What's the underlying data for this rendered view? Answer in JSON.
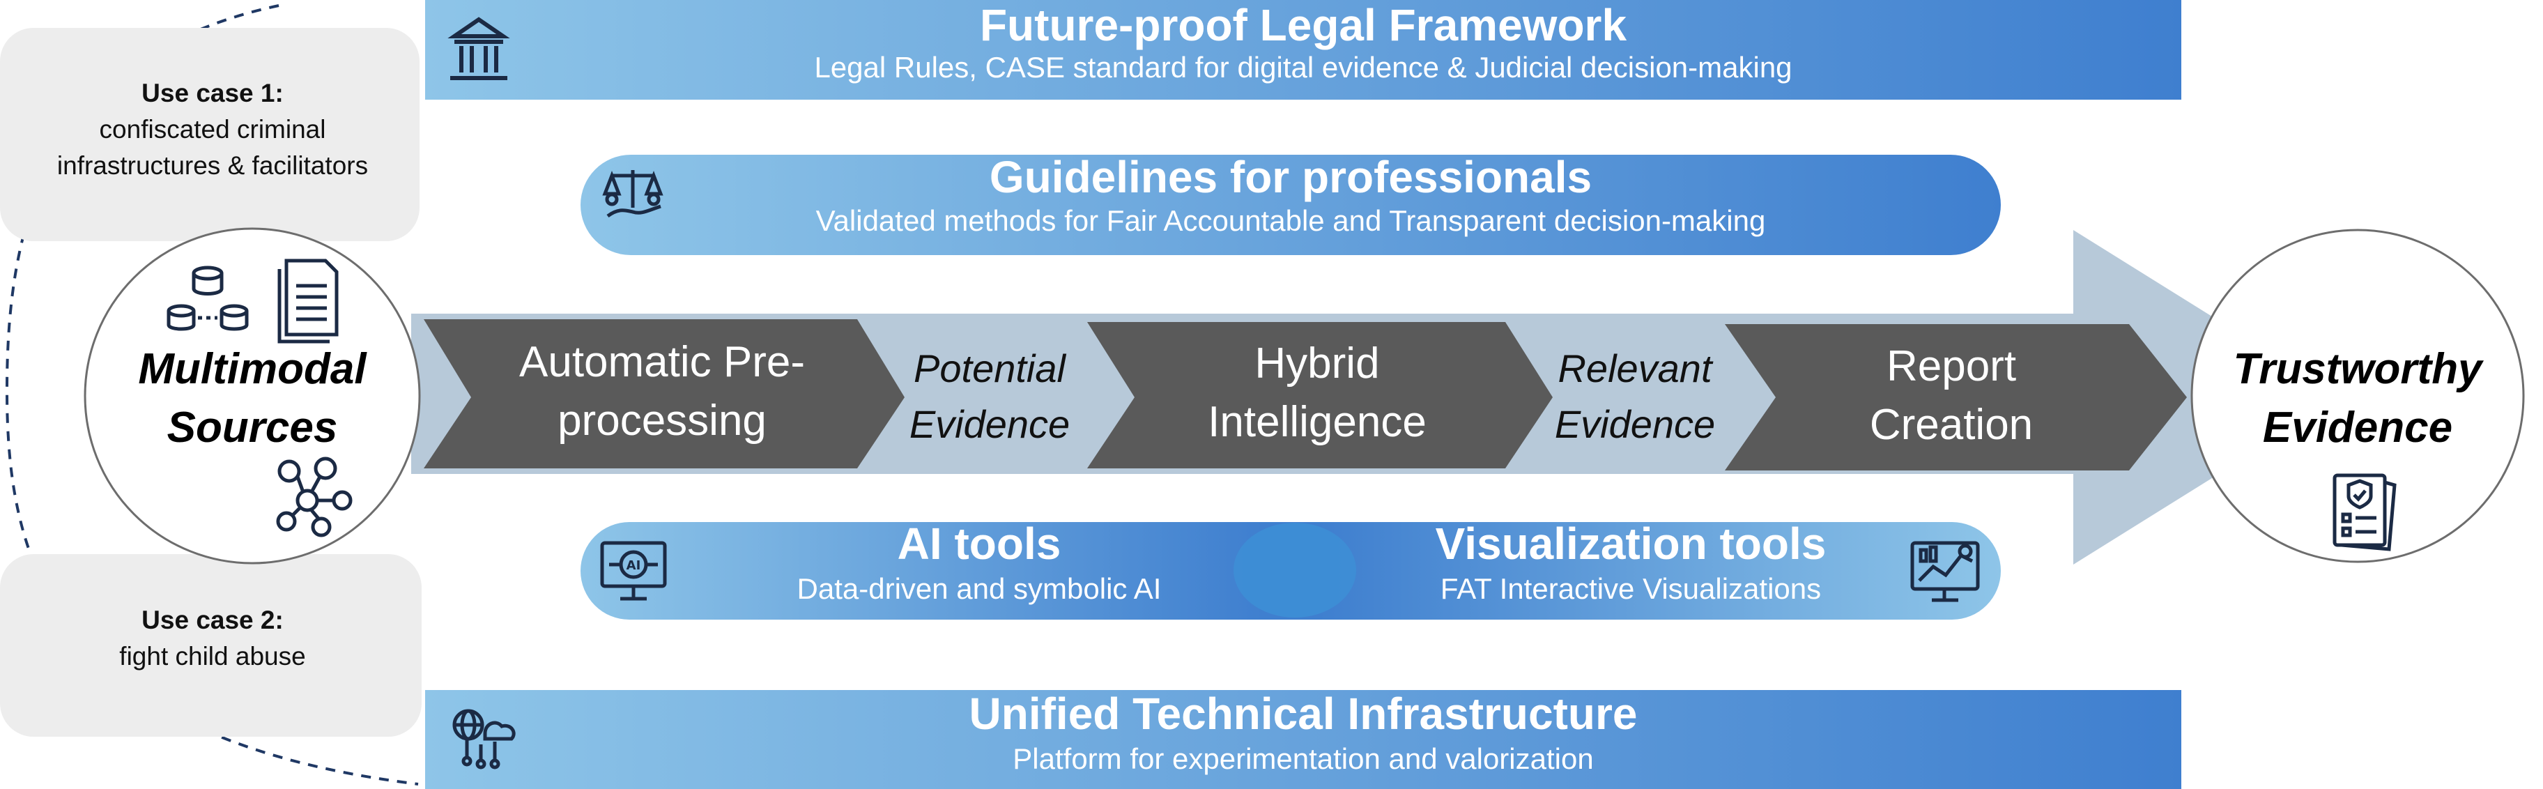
{
  "top_band": {
    "title": "Future-proof Legal Framework",
    "subtitle": "Legal Rules, CASE standard for digital evidence & Judicial decision-making",
    "icon": "courthouse-icon"
  },
  "guidelines_band": {
    "title": "Guidelines for professionals",
    "subtitle": "Validated methods for Fair Accountable and Transparent decision-making",
    "icon": "balance-scale-icon"
  },
  "pipeline": {
    "steps": [
      {
        "label": "Automatic Pre-processing"
      },
      {
        "label": "Hybrid Intelligence"
      },
      {
        "label": "Report Creation"
      }
    ],
    "intermediates": [
      {
        "label": "Potential Evidence"
      },
      {
        "label": "Relevant Evidence"
      }
    ]
  },
  "tools_band": {
    "left": {
      "title": "AI tools",
      "subtitle": "Data-driven and symbolic AI",
      "icon": "ai-monitor-icon"
    },
    "right": {
      "title": "Visualization tools",
      "subtitle": "FAT Interactive Visualizations",
      "icon": "dashboard-chart-icon"
    }
  },
  "bottom_band": {
    "title": "Unified Technical Infrastructure",
    "subtitle": "Platform for experimentation and valorization",
    "icon": "cloud-network-icon"
  },
  "source": {
    "label": "Multimodal Sources",
    "icons": [
      "database-cluster-icon",
      "document-icon",
      "people-network-icon"
    ]
  },
  "target": {
    "label": "Trustworthy Evidence",
    "icon": "verified-checklist-icon"
  },
  "use_cases": [
    {
      "title": "Use  case 1:",
      "body": "confiscated criminal infrastructures & facilitators"
    },
    {
      "title": "Use  case 2:",
      "body": "fight child abuse"
    }
  ],
  "colors": {
    "band_light": "#8ec5e8",
    "band_dark": "#3f7fcf",
    "arrow_body": "#b7c9d9",
    "chevron": "#5a5a5a",
    "usecase_box": "#ededed",
    "dashed_line": "#1f3864"
  }
}
